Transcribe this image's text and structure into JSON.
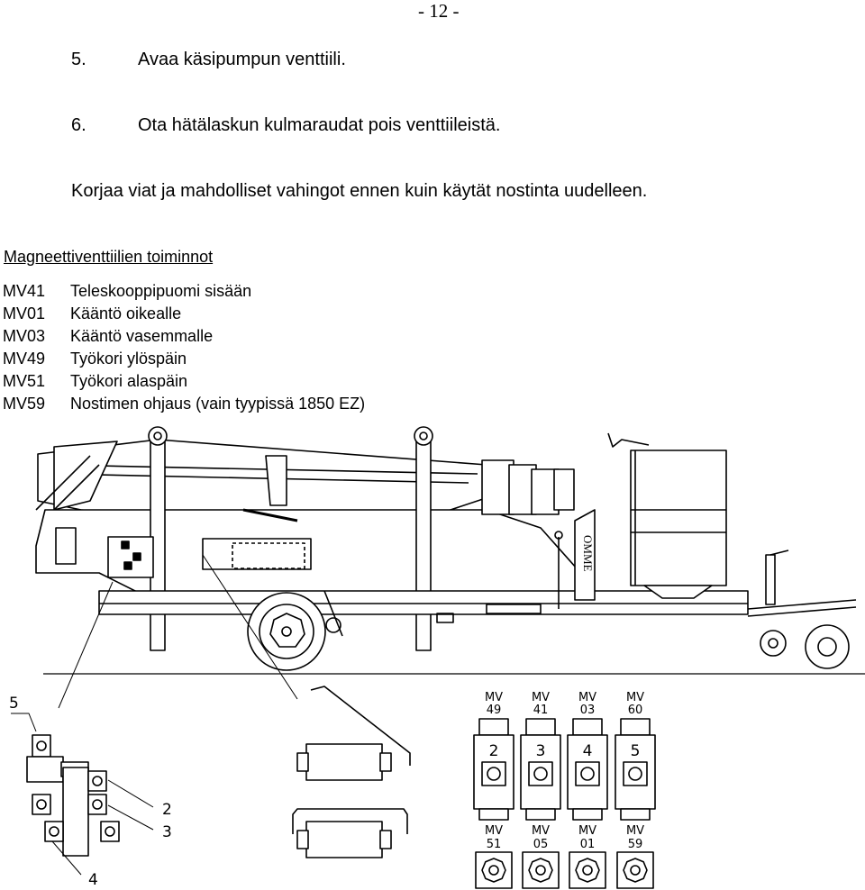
{
  "page": {
    "number": "- 12 -"
  },
  "steps": [
    {
      "num": "5.",
      "text": "Avaa käsipumpun venttiili."
    },
    {
      "num": "6.",
      "text": "Ota hätälaskun kulmaraudat pois venttiileistä."
    }
  ],
  "note": "Korjaa viat ja mahdolliset vahingot ennen kuin käytät nostinta uudelleen.",
  "valves": {
    "heading": "Magneettiventtiilien toiminnot",
    "items": [
      {
        "code": "MV41",
        "desc": "Teleskooppipuomi sisään"
      },
      {
        "code": "MV01",
        "desc": "Kääntö oikealle"
      },
      {
        "code": "MV03",
        "desc": "Kääntö vasemmalle"
      },
      {
        "code": "MV49",
        "desc": "Työkori ylöspäin"
      },
      {
        "code": "MV51",
        "desc": "Työkori alaspäin"
      },
      {
        "code": "MV59",
        "desc": "Nostimen ohjaus (vain tyypissä 1850 EZ)"
      }
    ]
  },
  "drawing": {
    "brand": "OMME",
    "callouts": [
      "5",
      "2",
      "3",
      "4"
    ],
    "valve_top": [
      {
        "mv": "MV",
        "num": "49",
        "pos": "2"
      },
      {
        "mv": "MV",
        "num": "41",
        "pos": "3"
      },
      {
        "mv": "MV",
        "num": "03",
        "pos": "4"
      },
      {
        "mv": "MV",
        "num": "60",
        "pos": "5"
      }
    ],
    "valve_bottom": [
      {
        "mv": "MV",
        "num": "51"
      },
      {
        "mv": "MV",
        "num": "05"
      },
      {
        "mv": "MV",
        "num": "01"
      },
      {
        "mv": "MV",
        "num": "59"
      }
    ]
  }
}
